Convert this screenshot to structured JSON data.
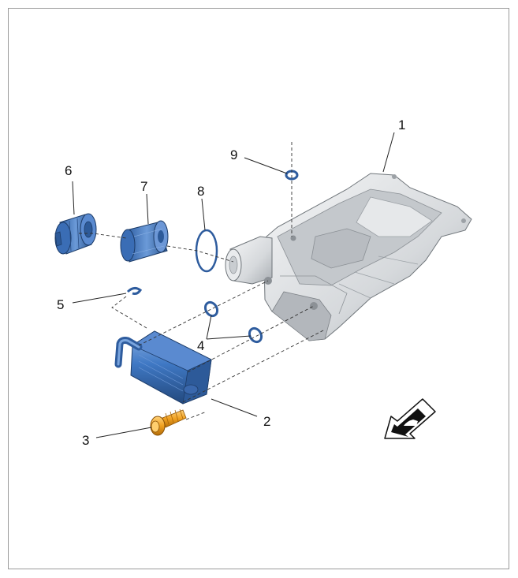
{
  "callouts": [
    {
      "id": "1",
      "label": "1"
    },
    {
      "id": "2",
      "label": "2"
    },
    {
      "id": "3",
      "label": "3"
    },
    {
      "id": "4",
      "label": "4"
    },
    {
      "id": "5",
      "label": "5"
    },
    {
      "id": "6",
      "label": "6"
    },
    {
      "id": "7",
      "label": "7"
    },
    {
      "id": "8",
      "label": "8"
    },
    {
      "id": "9",
      "label": "9"
    }
  ],
  "icons": {
    "direction_arrow": "front-direction-arrow-icon"
  },
  "colors": {
    "blue_parts": "#3f78c4",
    "blue_dark": "#23497e",
    "aluminium": "#d9dcdf",
    "aluminium_shadow": "#9ea3a8",
    "bolt": "#f0a020",
    "frame": "#9a9a9a"
  }
}
